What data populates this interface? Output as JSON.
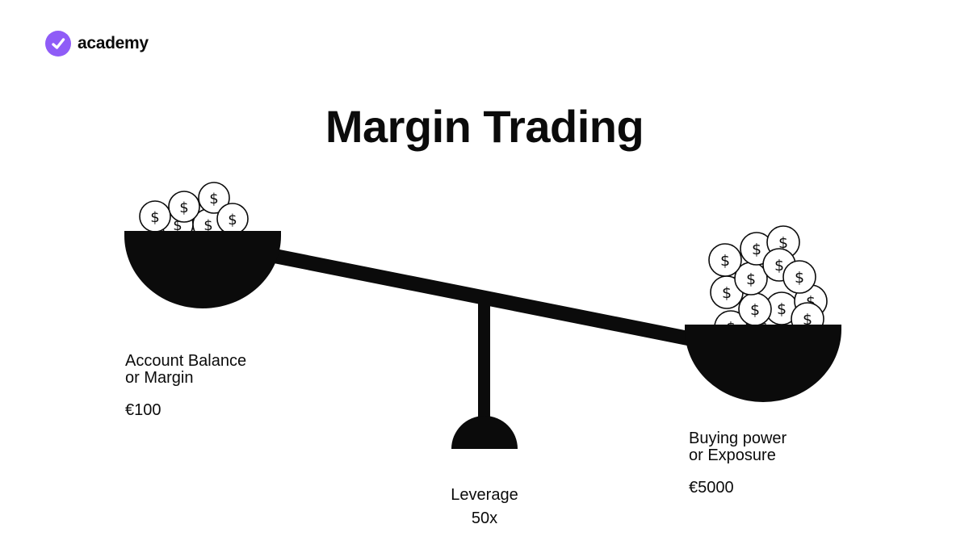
{
  "brand": {
    "name": "academy",
    "logo_color": "#8f5cf7"
  },
  "title": "Margin Trading",
  "left_pan": {
    "label_line1": "Account Balance",
    "label_line2": "or Margin",
    "value": "€100"
  },
  "right_pan": {
    "label_line1": "Buying power",
    "label_line2": "or Exposure",
    "value": "€5000"
  },
  "fulcrum": {
    "label": "Leverage",
    "value": "50x"
  },
  "coin_symbol": "$",
  "icons": {
    "logo": "check-icon",
    "coin": "dollar-coin-icon"
  },
  "colors": {
    "ink": "#0b0b0b",
    "background": "#ffffff"
  }
}
